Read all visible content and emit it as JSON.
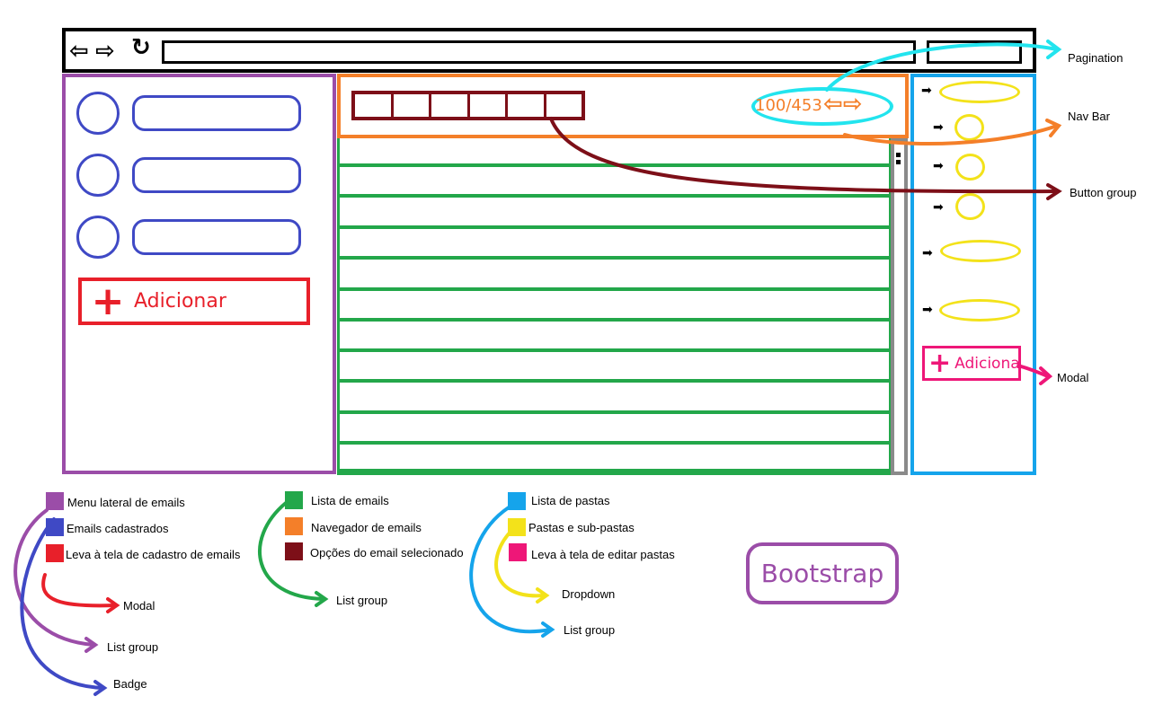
{
  "browser": {
    "back_glyph": "⇦",
    "forward_glyph": "⇨",
    "reload_glyph": "↻"
  },
  "left_menu": {
    "accounts_count": 3,
    "add_button_label": "Adicionar",
    "add_button_glyph": "+"
  },
  "navigator": {
    "pagination_text": "100/453",
    "pagination_arrows": "⇦⇨",
    "button_group_segments": 6
  },
  "email_list": {
    "rows": 11
  },
  "folders": {
    "add_button_label": "Adiciona",
    "add_button_glyph": "+"
  },
  "annotations": {
    "pagination": "Pagination",
    "nav_bar": "Nav Bar",
    "button_group": "Button group",
    "modal_right": "Modal",
    "modal_left": "Modal",
    "list_group_left": "List group",
    "badge": "Badge",
    "list_group_center": "List group",
    "dropdown": "Dropdown",
    "list_group_right": "List group"
  },
  "legend": {
    "col1": [
      {
        "color": "#9b4da8",
        "text": "Menu lateral de emails"
      },
      {
        "color": "#3f49c5",
        "text": "Emails cadastrados"
      },
      {
        "color": "#e8202a",
        "text": "Leva à tela de cadastro de emails"
      }
    ],
    "col2": [
      {
        "color": "#23a74a",
        "text": "Lista de emails"
      },
      {
        "color": "#f47f29",
        "text": "Navegador de emails"
      },
      {
        "color": "#7d0f18",
        "text": "Opções do email selecionado"
      }
    ],
    "col3": [
      {
        "color": "#15a4eb",
        "text": "Lista de pastas"
      },
      {
        "color": "#f3e21a",
        "text": "Pastas e sub-pastas"
      },
      {
        "color": "#ee1778",
        "text": "Leva à tela de editar pastas"
      }
    ]
  },
  "bootstrap_label": "Bootstrap",
  "colors": {
    "purple": "#9b4da8",
    "blue": "#3f49c5",
    "red": "#e8202a",
    "green": "#23a74a",
    "orange": "#f47f29",
    "maroon": "#7d0f18",
    "cyan": "#22e4ee",
    "sky": "#15a4eb",
    "yellow": "#f3e21a",
    "pink": "#ee1778"
  }
}
